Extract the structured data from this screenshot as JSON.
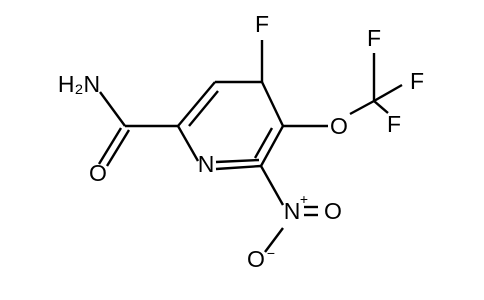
{
  "atoms": {
    "ring_nitrogen": "N",
    "fluorine_ring": "F",
    "ether_oxygen": "O",
    "cf3_fluorine_top": "F",
    "cf3_fluorine_right": "F",
    "cf3_fluorine_bottom": "F",
    "amide_nh2": "H₂N",
    "amide_oxygen": "O",
    "nitro_nitrogen": "N",
    "nitro_charge_plus": "+",
    "nitro_oxygen_double": "O",
    "nitro_oxygen_single": "O",
    "nitro_charge_minus": "−"
  },
  "colors": {
    "bond": "#000000",
    "text": "#000000",
    "background": "#ffffff"
  }
}
